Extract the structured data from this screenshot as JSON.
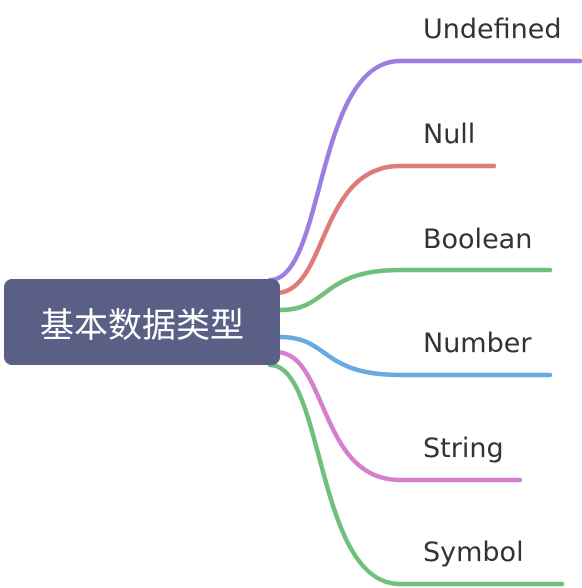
{
  "central": {
    "label": "基本数据类型",
    "color": "#5a5f86"
  },
  "branches": [
    {
      "label": "Undefined",
      "color": "#9b7fe0"
    },
    {
      "label": "Null",
      "color": "#e07b7b"
    },
    {
      "label": "Boolean",
      "color": "#6fc07a"
    },
    {
      "label": "Number",
      "color": "#67a9e3"
    },
    {
      "label": "String",
      "color": "#d57fcf"
    },
    {
      "label": "Symbol",
      "color": "#6fc07a"
    }
  ]
}
